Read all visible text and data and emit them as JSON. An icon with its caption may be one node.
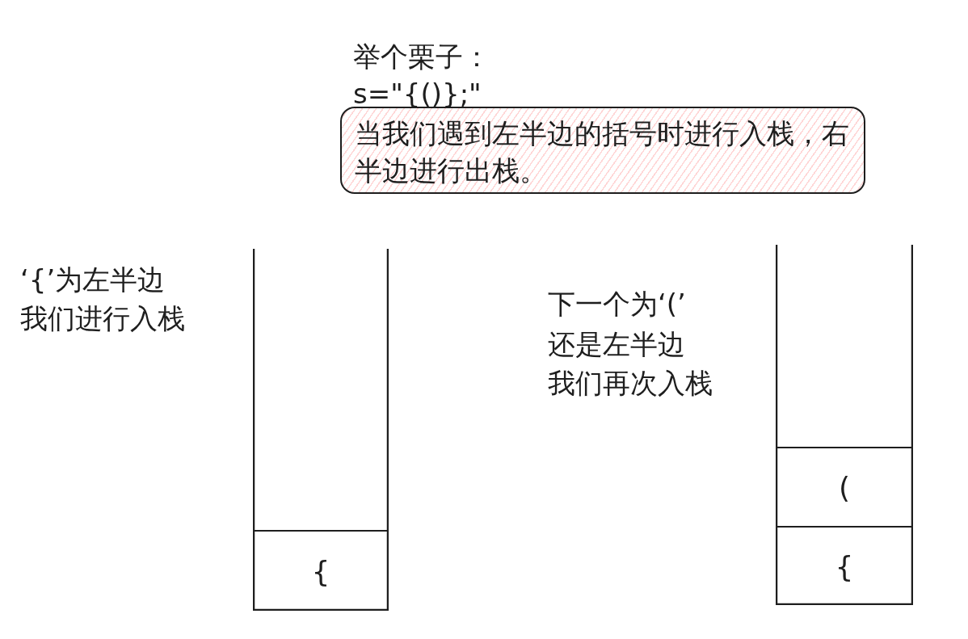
{
  "diagram": {
    "nodes": [
      {
        "text": [
          "当我们遇到左半边的括号时进行入栈，右半边进行出栈。"
        ]
      },
      {
        "text": [],
        "shape": "box"
      },
      {
        "text": [
          "{"
        ],
        "in": 1
      },
      {
        "text": [],
        "shape": "box"
      },
      {
        "text": [
          "("
        ],
        "in": 3
      },
      {
        "text": [
          "{"
        ],
        "in": 3
      }
    ],
    "labels": [
      "举个栗子：",
      "s=\"{()};\"",
      "‘{’为左半边",
      "我们进行入栈",
      "下一个为‘(’",
      "还是左半边",
      "我们再次入栈"
    ]
  }
}
